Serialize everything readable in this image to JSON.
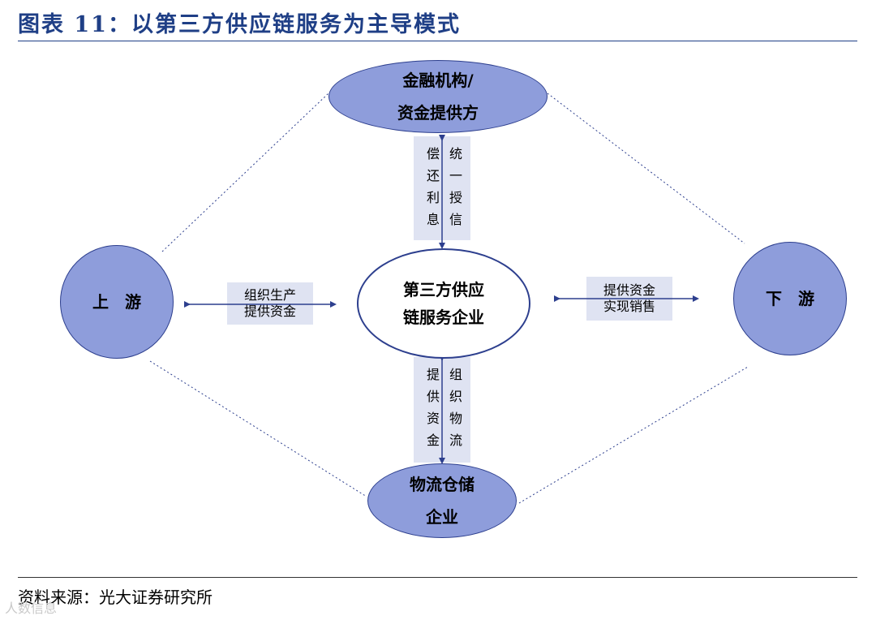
{
  "header": {
    "title": "图表 11：以第三方供应链服务为主导模式"
  },
  "nodes": {
    "finance": {
      "line1": "金融机构/",
      "line2": "资金提供方"
    },
    "center": {
      "line1": "第三方供应",
      "line2": "链服务企业"
    },
    "upstream": {
      "label": "上　游"
    },
    "downstream": {
      "label": "下　游"
    },
    "logistics": {
      "line1": "物流仓储",
      "line2": "企业"
    }
  },
  "flows": {
    "top_left": "偿还利息",
    "top_right": "统一授信",
    "left_line1": "组织生产",
    "left_line2": "提供资金",
    "right_line1": "提供资金",
    "right_line2": "实现销售",
    "bottom_left": "提供资金",
    "bottom_right": "组织物流"
  },
  "footer": {
    "source": "资料来源：光大证券研究所",
    "watermark": "人数信息"
  },
  "colors": {
    "title": "#1f3f86",
    "node_fill": "#8e9ddb",
    "node_border": "#2d3f8e",
    "flow_box": "#dfe3f2",
    "dotted_line": "#2d3f8e"
  }
}
